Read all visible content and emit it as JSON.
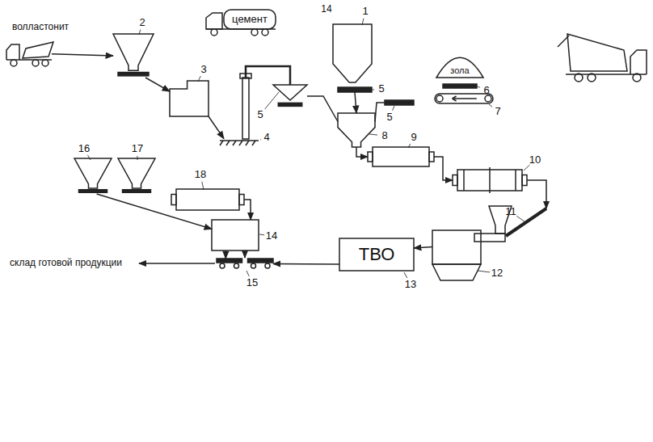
{
  "diagram": {
    "nodes": [
      {
        "text": [
          "цемент"
        ]
      },
      {
        "text": [
          "1"
        ]
      },
      {
        "text": [
          "5"
        ]
      },
      {
        "text": [
          "волластонит"
        ]
      },
      {
        "text": [
          "2"
        ]
      },
      {
        "text": [
          "3"
        ]
      },
      {
        "text": [
          "4"
        ]
      },
      {
        "text": [
          "5"
        ]
      },
      {
        "text": [
          "зола"
        ]
      },
      {
        "text": [
          "6"
        ]
      },
      {
        "text": [
          "7"
        ]
      },
      {
        "text": [
          "5"
        ]
      },
      {
        "text": [
          "8"
        ]
      },
      {
        "text": [
          "9"
        ]
      },
      {
        "text": [
          "10"
        ]
      },
      {
        "text": [
          "11"
        ]
      },
      {
        "text": [
          "12"
        ]
      },
      {
        "text": [
          "ТВО",
          "13"
        ]
      },
      {
        "text": [
          "16"
        ]
      },
      {
        "text": [
          "17"
        ]
      },
      {
        "text": [
          "18"
        ]
      },
      {
        "text": [
          "14"
        ]
      },
      {
        "text": [
          "15"
        ]
      }
    ],
    "edges": [
      {
        "from": 3,
        "to": 4,
        "arrow": "to"
      },
      {
        "from": 4,
        "to": 5,
        "arrow": "to"
      },
      {
        "from": 5,
        "to": 6,
        "arrow": "to"
      },
      {
        "from": 6,
        "to": 7,
        "arrow": "none"
      },
      {
        "from": 2,
        "to": 12,
        "arrow": "to"
      },
      {
        "from": 7,
        "to": 12,
        "arrow": "none"
      },
      {
        "from": 11,
        "to": 12,
        "arrow": "none"
      },
      {
        "from": 12,
        "to": 13,
        "arrow": "to"
      },
      {
        "from": 13,
        "to": 14,
        "arrow": "to"
      },
      {
        "from": 14,
        "to": 15,
        "arrow": "to"
      },
      {
        "from": 16,
        "to": 17,
        "arrow": "to"
      },
      {
        "from": 17,
        "to": 22,
        "arrow": "to"
      },
      {
        "from": 18,
        "to": 21,
        "arrow": "to"
      },
      {
        "from": 20,
        "to": 21,
        "arrow": "to"
      },
      {
        "from": 21,
        "to": 22,
        "arrow": "to"
      }
    ],
    "labels": [
      "14",
      "склад готовой продукции"
    ]
  }
}
